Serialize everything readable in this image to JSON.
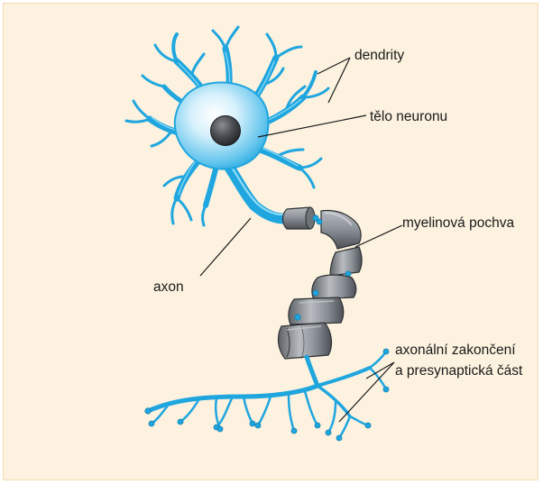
{
  "labels": {
    "dendrites": "dendrity",
    "cell_body": "tělo neuronu",
    "myelin_sheath": "myelinová pochva",
    "axon": "axon",
    "axon_terminal_line1": "axonální zakončení",
    "axon_terminal_line2": "a presynaptická část"
  },
  "colors": {
    "background": "#fcf2df",
    "neuron_blue": "#1fa6df",
    "nucleus": "#4a4d52",
    "myelin": "#8a8f96"
  }
}
